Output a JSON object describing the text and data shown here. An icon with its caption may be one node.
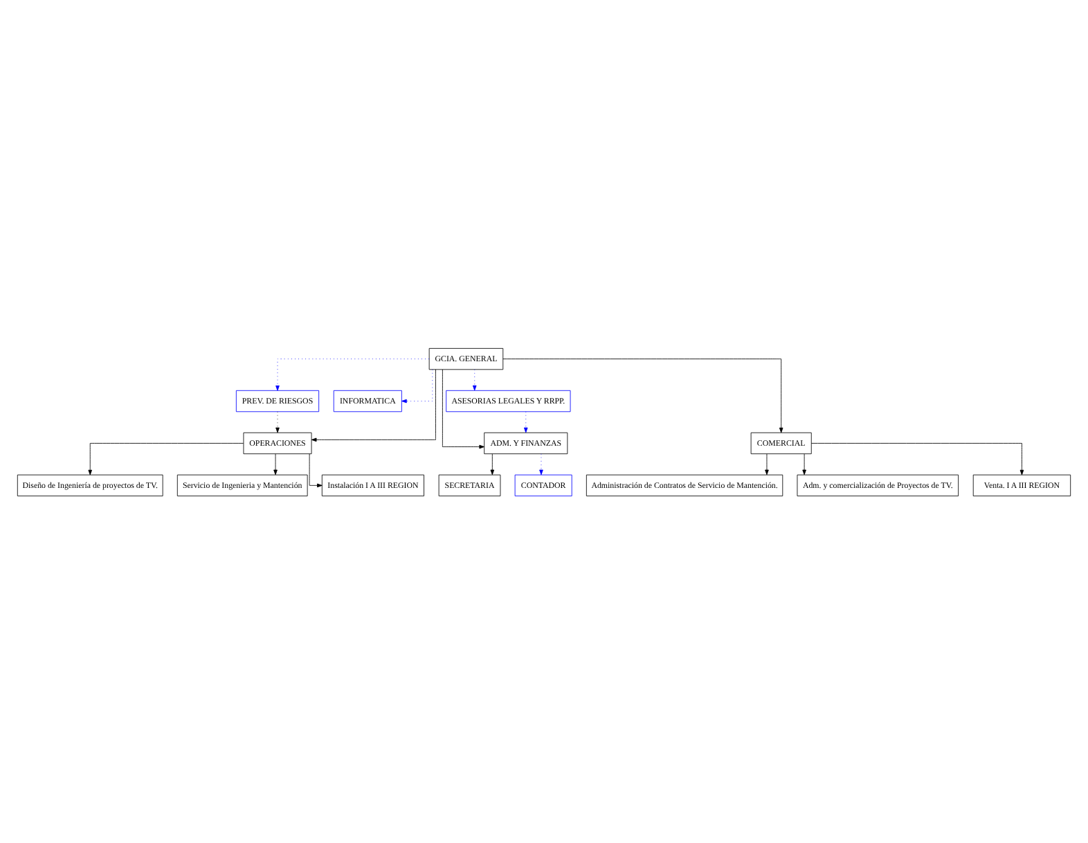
{
  "diagram": {
    "nodes": [
      {
        "text": [
          "GCIA. GENERAL"
        ]
      },
      {
        "text": [
          "PREV. DE RIESGOS"
        ]
      },
      {
        "text": [
          "INFORMATICA"
        ]
      },
      {
        "text": [
          "ASESORIAS LEGALES Y RRPP."
        ]
      },
      {
        "text": [
          "OPERACIONES"
        ]
      },
      {
        "text": [
          "COMERCIAL"
        ]
      },
      {
        "text": [
          "ADM. Y FINANZAS"
        ]
      },
      {
        "text": [
          "Diseño de Ingeniería de proyectos de TV."
        ]
      },
      {
        "text": [
          "Servicio de Ingenieria y Mantención"
        ]
      },
      {
        "text": [
          "Instalación I A III REGION"
        ]
      },
      {
        "text": [
          "Administración de Contratos de Servicio de Mantención."
        ]
      },
      {
        "text": [
          "Adm. y comercialización de Proyectos de TV."
        ]
      },
      {
        "text": [
          "Venta. I A III REGION"
        ]
      },
      {
        "text": [
          "SECRETARIA"
        ]
      },
      {
        "text": [
          "CONTADOR"
        ]
      }
    ],
    "edges": [
      {
        "from": 0,
        "to": 1,
        "arrow": "to",
        "style": "dashed",
        "color": "#0000ff"
      },
      {
        "from": 0,
        "to": 2,
        "arrow": "to",
        "style": "dashed",
        "color": "#0000ff"
      },
      {
        "from": 0,
        "to": 3,
        "arrow": "to",
        "style": "dashed",
        "color": "#0000ff"
      },
      {
        "from": 0,
        "to": 4,
        "arrow": "to"
      },
      {
        "from": 0,
        "to": 5,
        "arrow": "to"
      },
      {
        "from": 0,
        "to": 6,
        "arrow": "to"
      },
      {
        "from": 1,
        "to": 4,
        "arrow": "to",
        "style": "dashed"
      },
      {
        "from": 3,
        "to": 6,
        "arrow": "to",
        "style": "dashed",
        "color": "#0000ff"
      },
      {
        "from": 4,
        "to": 7,
        "arrow": "to"
      },
      {
        "from": 4,
        "to": 8,
        "arrow": "to"
      },
      {
        "from": 4,
        "to": 9,
        "arrow": "to"
      },
      {
        "from": 5,
        "to": 10,
        "arrow": "to"
      },
      {
        "from": 5,
        "to": 11,
        "arrow": "to"
      },
      {
        "from": 5,
        "to": 12,
        "arrow": "to"
      },
      {
        "from": 6,
        "to": 13,
        "arrow": "to"
      },
      {
        "from": 6,
        "to": 14,
        "arrow": "to",
        "style": "dashed",
        "color": "#0000ff"
      }
    ]
  }
}
